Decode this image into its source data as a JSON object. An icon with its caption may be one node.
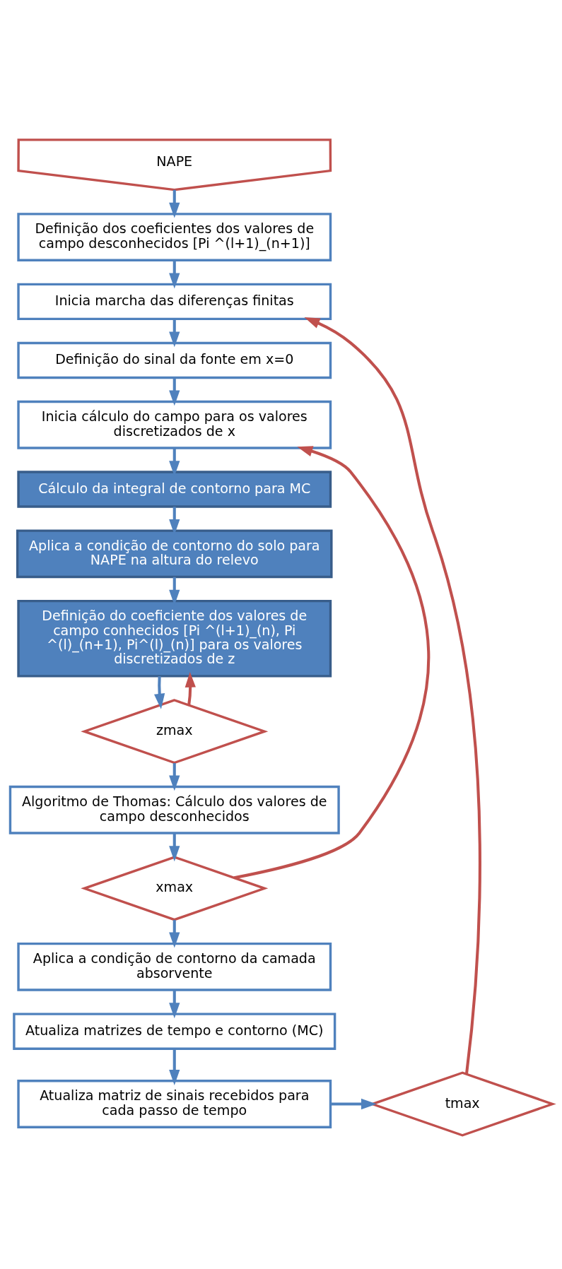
{
  "diagram": {
    "nodes": [
      {
        "text": [
          "NAPE"
        ]
      },
      {
        "text": [
          "Definição dos coeficientes dos valores de campo desconhecidos [Pi ^(l+1)_(n+1)]"
        ]
      },
      {
        "text": [
          "Inicia marcha das diferenças finitas"
        ]
      },
      {
        "text": [
          "Definição do sinal da fonte em x=0"
        ]
      },
      {
        "text": [
          "Inicia cálculo do campo para os valores discretizados de x"
        ]
      },
      {
        "text": [
          "Cálculo da integral de contorno para MC"
        ]
      },
      {
        "text": [
          "Aplica a condição de contorno do solo para NAPE na altura do relevo"
        ]
      },
      {
        "text": [
          "Definição do coeficiente dos valores de campo conhecidos [Pi ^(l+1)_(n), Pi ^(l)_(n+1), Pi^(l)_(n)] para os valores discretizados de z"
        ]
      },
      {
        "text": [
          "zmax"
        ]
      },
      {
        "text": [
          "Algoritmo de Thomas: Cálculo dos valores de campo desconhecidos"
        ]
      },
      {
        "text": [
          "xmax"
        ]
      },
      {
        "text": [
          "Aplica a condição de contorno da camada absorvente"
        ]
      },
      {
        "text": [
          "Atualiza matrizes de tempo e contorno (MC)"
        ]
      },
      {
        "text": [
          "Atualiza matriz de sinais recebidos para cada passo de tempo"
        ]
      },
      {
        "text": [
          "tmax"
        ]
      }
    ],
    "edges": [
      {
        "from": 0,
        "to": 1,
        "arrow": "to"
      },
      {
        "from": 1,
        "to": 2,
        "arrow": "to"
      },
      {
        "from": 2,
        "to": 3,
        "arrow": "to"
      },
      {
        "from": 3,
        "to": 4,
        "arrow": "to"
      },
      {
        "from": 4,
        "to": 5,
        "arrow": "to"
      },
      {
        "from": 5,
        "to": 6,
        "arrow": "to"
      },
      {
        "from": 6,
        "to": 7,
        "arrow": "to"
      },
      {
        "from": 7,
        "to": 8,
        "arrow": "to"
      },
      {
        "from": 8,
        "to": 7,
        "arrow": "to",
        "color": "#c0504d"
      },
      {
        "from": 8,
        "to": 9,
        "arrow": "to"
      },
      {
        "from": 9,
        "to": 10,
        "arrow": "to"
      },
      {
        "from": 10,
        "to": 4,
        "arrow": "to",
        "color": "#c0504d"
      },
      {
        "from": 10,
        "to": 11,
        "arrow": "to"
      },
      {
        "from": 11,
        "to": 12,
        "arrow": "to"
      },
      {
        "from": 12,
        "to": 13,
        "arrow": "to"
      },
      {
        "from": 13,
        "to": 14,
        "arrow": "to"
      },
      {
        "from": 14,
        "to": 2,
        "arrow": "to",
        "color": "#c0504d"
      }
    ]
  }
}
